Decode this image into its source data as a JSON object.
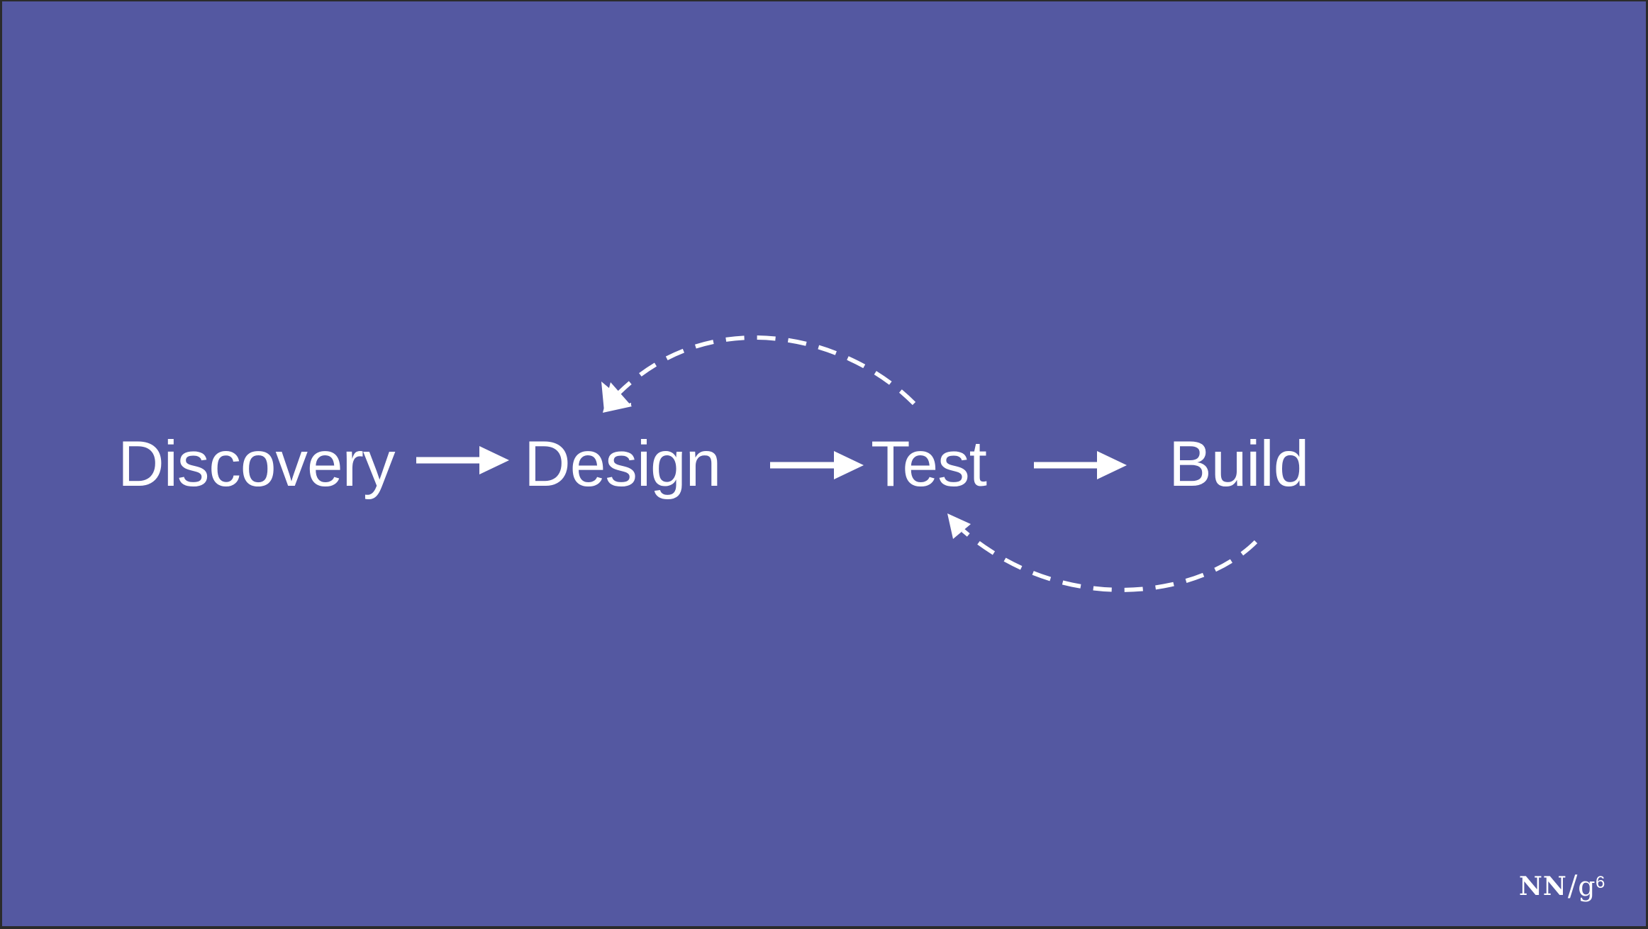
{
  "diagram": {
    "steps": [
      {
        "label": "Discovery"
      },
      {
        "label": "Design"
      },
      {
        "label": "Test"
      },
      {
        "label": "Build"
      }
    ],
    "forward_arrows": [
      {
        "from": "Discovery",
        "to": "Design"
      },
      {
        "from": "Design",
        "to": "Test"
      },
      {
        "from": "Test",
        "to": "Build"
      }
    ],
    "feedback_arrows": [
      {
        "from": "Test",
        "to": "Design",
        "style": "dashed"
      },
      {
        "from": "Build",
        "to": "Test",
        "style": "dashed"
      }
    ]
  },
  "footer": {
    "logo_part1": "NN",
    "logo_slash": "/",
    "logo_part2": "g",
    "slide_number": "6"
  },
  "colors": {
    "background": "#5458a1",
    "foreground": "#ffffff"
  }
}
